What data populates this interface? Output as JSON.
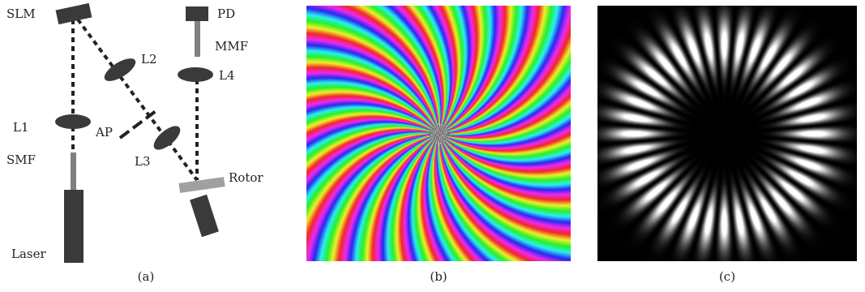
{
  "panels": {
    "a": {
      "caption": "(a)",
      "labels": {
        "slm": "SLM",
        "pd": "PD",
        "mmf": "MMF",
        "l2": "L2",
        "l4": "L4",
        "l1": "L1",
        "ap": "AP",
        "smf": "SMF",
        "l3": "L3",
        "rotor": "Rotor",
        "laser": "Laser"
      }
    },
    "b": {
      "caption": "(b)",
      "azimuthal_periods": 24,
      "radial_hue_cycles": 4
    },
    "c": {
      "caption": "(c)",
      "petal_count": 36,
      "background": "#000000",
      "petal_color": "#ffffff"
    }
  },
  "colors": {
    "component": "#3a3a3a",
    "fiber": "#808080",
    "rotor": "#a0a0a0"
  }
}
